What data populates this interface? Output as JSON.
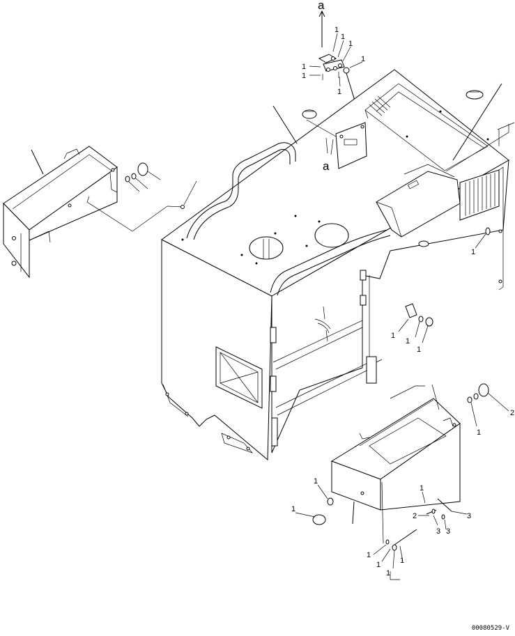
{
  "view_ref_label": "a",
  "drawing_code": "00080529-V",
  "callouts": {
    "top_bracket_1": "1",
    "top_bracket_2": "1",
    "top_bracket_3": "1",
    "top_bracket_4": "1",
    "top_bracket_5": "1",
    "top_bracket_6": "1",
    "top_bracket_7": "1",
    "right_side_bolt": "1",
    "center_bolt_1": "1",
    "center_bolt_2": "1",
    "center_bolt_3": "1",
    "lower_right_1": "2",
    "lower_right_2": "1",
    "lower_left_1": "1",
    "lower_left_2": "1",
    "latch_1": "1",
    "latch_2": "2",
    "latch_3": "3",
    "latch_4": "3",
    "latch_5": "3",
    "bottom_1": "1",
    "bottom_2": "1",
    "bottom_3": "1",
    "bottom_4": "1"
  }
}
